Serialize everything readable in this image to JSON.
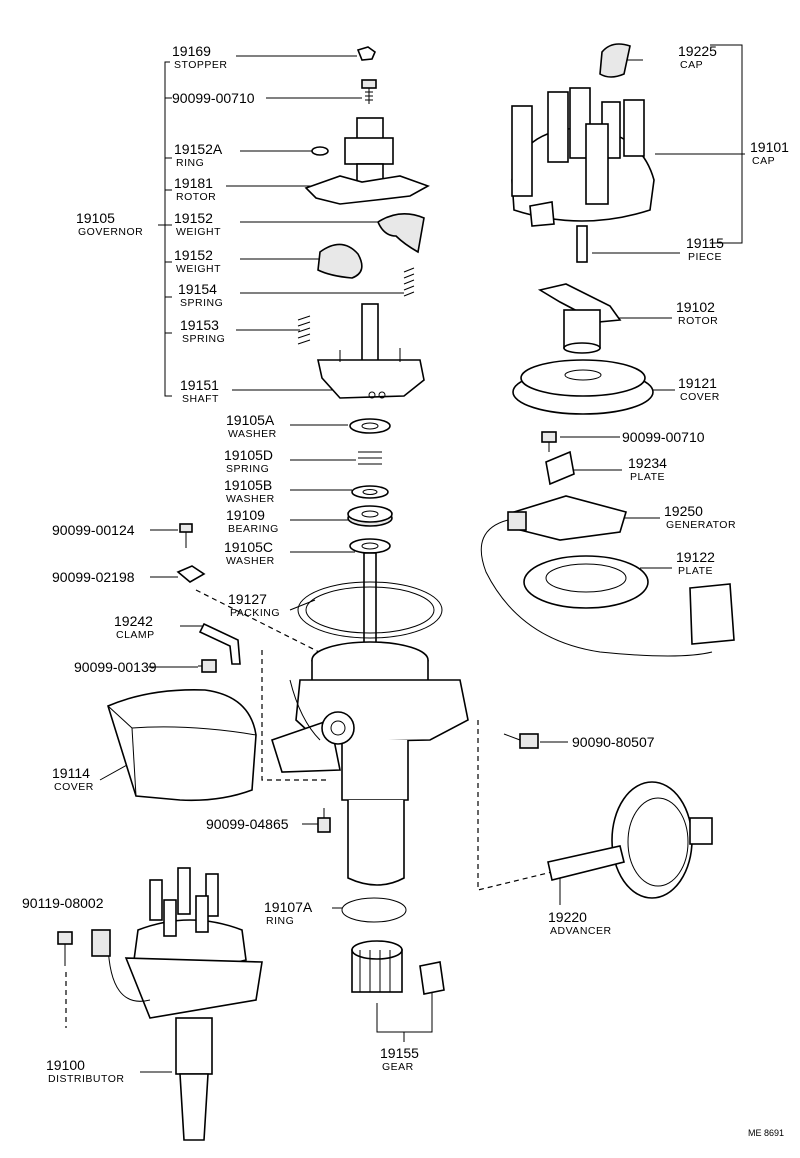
{
  "parts": [
    {
      "id": "p19169",
      "number": "19169",
      "name": "STOPPER"
    },
    {
      "id": "p90099-00710a",
      "number": "90099-00710",
      "name": ""
    },
    {
      "id": "p19152A",
      "number": "19152A",
      "name": "RING"
    },
    {
      "id": "p19181",
      "number": "19181",
      "name": "ROTOR"
    },
    {
      "id": "p19105",
      "number": "19105",
      "name": "GOVERNOR"
    },
    {
      "id": "p19152a",
      "number": "19152",
      "name": "WEIGHT"
    },
    {
      "id": "p19152b",
      "number": "19152",
      "name": "WEIGHT"
    },
    {
      "id": "p19154",
      "number": "19154",
      "name": "SPRING"
    },
    {
      "id": "p19153",
      "number": "19153",
      "name": "SPRING"
    },
    {
      "id": "p19151",
      "number": "19151",
      "name": "SHAFT"
    },
    {
      "id": "p19105A",
      "number": "19105A",
      "name": "WASHER"
    },
    {
      "id": "p19105D",
      "number": "19105D",
      "name": "SPRING"
    },
    {
      "id": "p19105B",
      "number": "19105B",
      "name": "WASHER"
    },
    {
      "id": "p19109",
      "number": "19109",
      "name": "BEARING"
    },
    {
      "id": "p19105C",
      "number": "19105C",
      "name": "WASHER"
    },
    {
      "id": "p90099-00124",
      "number": "90099-00124",
      "name": ""
    },
    {
      "id": "p90099-02198",
      "number": "90099-02198",
      "name": ""
    },
    {
      "id": "p19127",
      "number": "19127",
      "name": "PACKING"
    },
    {
      "id": "p19242",
      "number": "19242",
      "name": "CLAMP"
    },
    {
      "id": "p90099-00139",
      "number": "90099-00139",
      "name": ""
    },
    {
      "id": "p19114",
      "number": "19114",
      "name": "COVER"
    },
    {
      "id": "p90099-04865",
      "number": "90099-04865",
      "name": ""
    },
    {
      "id": "p90119-08002",
      "number": "90119-08002",
      "name": ""
    },
    {
      "id": "p19107A",
      "number": "19107A",
      "name": "RING"
    },
    {
      "id": "p19100",
      "number": "19100",
      "name": "DISTRIBUTOR"
    },
    {
      "id": "p19155",
      "number": "19155",
      "name": "GEAR"
    },
    {
      "id": "p19225",
      "number": "19225",
      "name": "CAP"
    },
    {
      "id": "p19101",
      "number": "19101",
      "name": "CAP"
    },
    {
      "id": "p19115",
      "number": "19115",
      "name": "PIECE"
    },
    {
      "id": "p19102",
      "number": "19102",
      "name": "ROTOR"
    },
    {
      "id": "p19121",
      "number": "19121",
      "name": "COVER"
    },
    {
      "id": "p90099-00710b",
      "number": "90099-00710",
      "name": ""
    },
    {
      "id": "p19234",
      "number": "19234",
      "name": "PLATE"
    },
    {
      "id": "p19250",
      "number": "19250",
      "name": "GENERATOR"
    },
    {
      "id": "p19122",
      "number": "19122",
      "name": "PLATE"
    },
    {
      "id": "p90090-80507",
      "number": "90090-80507",
      "name": ""
    },
    {
      "id": "p19220",
      "number": "19220",
      "name": "ADVANCER"
    }
  ],
  "reference": "ME  8691"
}
